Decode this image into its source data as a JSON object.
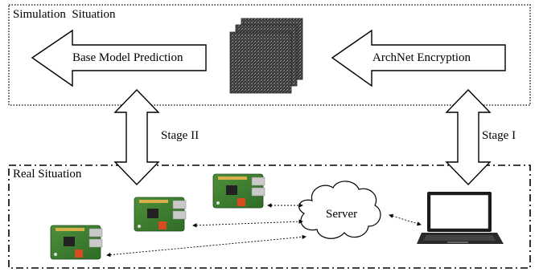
{
  "sim_box": {
    "title": "Simulation  Situation"
  },
  "real_box": {
    "title": "Real Situation"
  },
  "arrows": {
    "left": "Base Model Prediction",
    "right": "ArchNet Encryption"
  },
  "stages": {
    "stage2": "Stage II",
    "stage1": "Stage I"
  },
  "server": {
    "label": "Server"
  },
  "icons": [
    "encrypted-image-stack-icon",
    "raspberry-pi-board-icon",
    "laptop-icon",
    "cloud-icon"
  ]
}
